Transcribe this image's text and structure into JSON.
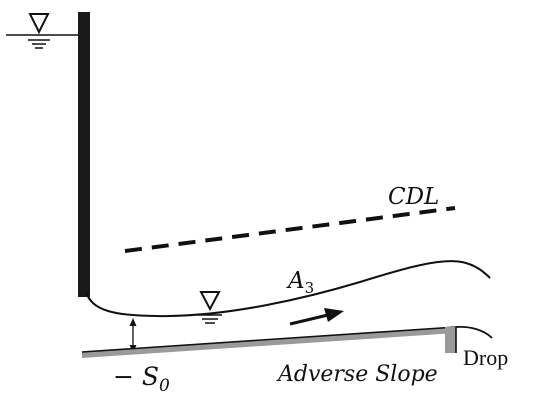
{
  "labels": {
    "critical_depth_line": "CDL",
    "curve": "A",
    "curve_subscript": "3",
    "slope_minus": "− S",
    "slope_subscript": "0",
    "adverse_slope": "Adverse Slope",
    "drop": "Drop"
  },
  "icons": {
    "upstream_water_surface": "water-surface-triangle-icon",
    "downstream_water_surface": "water-surface-triangle-icon",
    "flow_direction": "arrow-right-icon"
  },
  "colors": {
    "ink": "#111111",
    "channel_bed": "#9a9a9a"
  }
}
